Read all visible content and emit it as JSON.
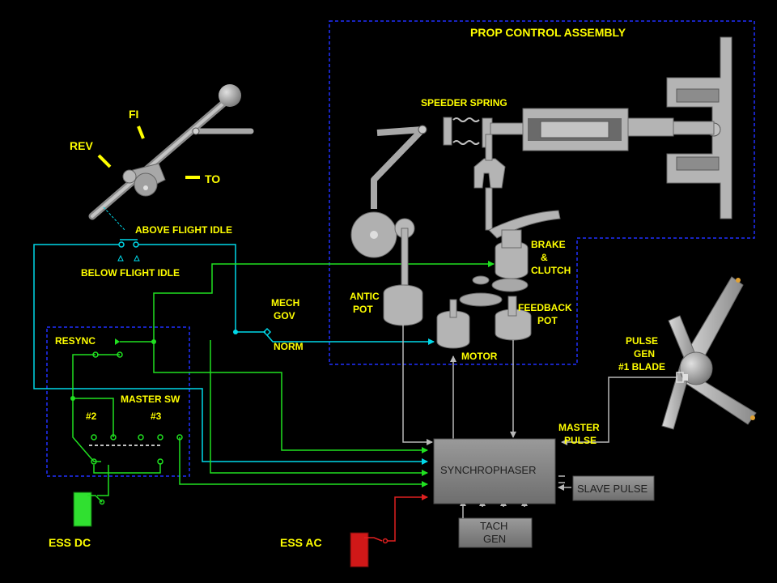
{
  "title": "PROP CONTROL ASSEMBLY",
  "lever": {
    "fi": "FI",
    "rev": "REV",
    "to": "TO",
    "above_flight_idle": "ABOVE FLIGHT IDLE",
    "below_flight_idle": "BELOW FLIGHT IDLE"
  },
  "governor": {
    "speeder_spring": "SPEEDER SPRING",
    "brake_clutch": [
      "BRAKE",
      "&",
      "CLUTCH"
    ],
    "antic_pot": [
      "ANTIC",
      "POT"
    ],
    "feedback_pot": [
      "FEEDBACK",
      "POT"
    ],
    "motor": "MOTOR"
  },
  "switches": {
    "mech_gov": [
      "MECH",
      "GOV"
    ],
    "norm": "NORM",
    "resync": "RESYNC",
    "master_sw": "MASTER SW",
    "pos2": "#2",
    "pos3": "#3"
  },
  "pulse_gen": [
    "PULSE",
    "GEN",
    "#1 BLADE"
  ],
  "master_pulse": [
    "MASTER",
    "PULSE"
  ],
  "boxes": {
    "synchrophaser": "SYNCHROPHASER",
    "slave_pulse": "SLAVE PULSE",
    "tach_gen": [
      "TACH",
      "GEN"
    ]
  },
  "power": {
    "ess_dc": "ESS DC",
    "ess_ac": "ESS  AC"
  },
  "colors": {
    "label": "#ffff00",
    "cyan_wire": "#00d8e8",
    "green_wire": "#20e020",
    "red_wire": "#e02020",
    "gray_wire": "#b8b8b8",
    "dashed_border": "#2030ff",
    "ess_dc_block": "#30e030",
    "ess_ac_block": "#d01818"
  }
}
